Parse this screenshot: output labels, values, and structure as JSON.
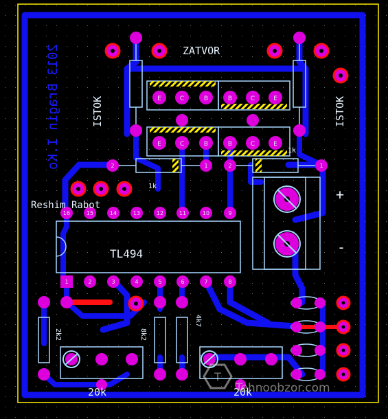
{
  "colors": {
    "background": "#000000",
    "grid_dot": "#707070",
    "frame": "#ffee00",
    "trace_bottom": "#1111f0",
    "trace_top": "#ff1111",
    "pad": "#dd00dd",
    "silkscreen": "#a8d8ff",
    "hatch": "#ffee00"
  },
  "labels": {
    "zatvor": "ZATVOR",
    "istok_left": "ISTOK",
    "istok_right": "ISTOK",
    "chip": "TL494",
    "reshim": "Reshim Rabot",
    "plus": "+",
    "minus": "-",
    "res_1k_left": "1k",
    "res_1k_right": "1k",
    "res_2k2": "2k2",
    "res_8k2": "8k2",
    "res_4k7": "4k7",
    "pot_left": "20k",
    "pot_right": "20k",
    "mirror_text": "2013 Bragin I.Ko",
    "watermark": "Tehnoobzor.com"
  },
  "transistor_pins": {
    "top_left": [
      "E",
      "C",
      "B"
    ],
    "top_right": [
      "B",
      "C",
      "E"
    ],
    "bottom_left": [
      "E",
      "C",
      "B"
    ],
    "bottom_right": [
      "B",
      "C",
      "E"
    ]
  },
  "chip_pins_top": [
    "16",
    "15",
    "14",
    "13",
    "12",
    "11",
    "10",
    "9"
  ],
  "chip_pins_bottom": [
    "1",
    "2",
    "3",
    "4",
    "5",
    "6",
    "7",
    "8"
  ],
  "resistor_pins": {
    "r1k_a": [
      "2",
      "1"
    ],
    "r1k_b": [
      "2",
      "1"
    ]
  }
}
